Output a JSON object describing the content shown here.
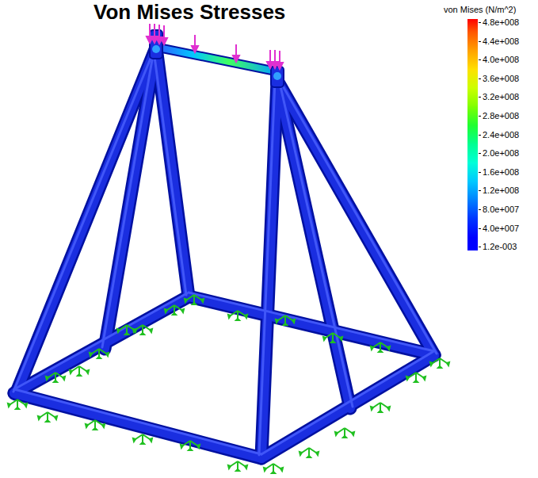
{
  "diagram": {
    "title": "Von Mises Stresses",
    "labels": [
      "von Mises (N/m^2)"
    ],
    "legend": [
      {
        "text": "4.8e+008",
        "color": "#ff0000"
      },
      {
        "text": "4.4e+008",
        "color": "#ff5500"
      },
      {
        "text": "4.0e+008",
        "color": "#ffa000"
      },
      {
        "text": "3.6e+008",
        "color": "#ffe000"
      },
      {
        "text": "3.2e+008",
        "color": "#ccff00"
      },
      {
        "text": "2.8e+008",
        "color": "#80ff00"
      },
      {
        "text": "2.4e+008",
        "color": "#20ff30"
      },
      {
        "text": "2.0e+008",
        "color": "#00ff90"
      },
      {
        "text": "1.6e+008",
        "color": "#00ffd8"
      },
      {
        "text": "1.2e+008",
        "color": "#00c8ff"
      },
      {
        "text": "8.0e+007",
        "color": "#0080ff"
      },
      {
        "text": "4.0e+007",
        "color": "#0035ff"
      },
      {
        "text": "1.2e-003",
        "color": "#0000ff"
      }
    ]
  }
}
